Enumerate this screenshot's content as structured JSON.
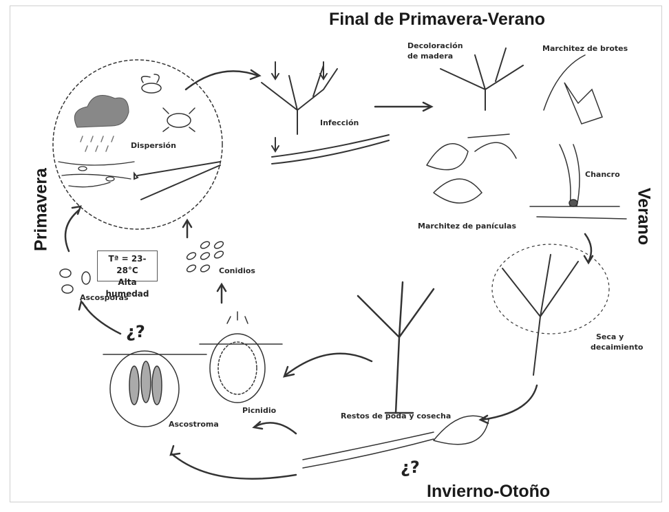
{
  "titles": {
    "top": "Final de Primavera-Verano",
    "left": "Primavera",
    "right": "Verano",
    "bottom": "Invierno-Otoño"
  },
  "labels": {
    "dispersion": "Dispersión",
    "infeccion": "Infección",
    "decoloracion_1": "Decoloración",
    "decoloracion_2": "de madera",
    "marchitez_brotes": "Marchitez de brotes",
    "chancro": "Chancro",
    "marchitez_paniculas": "Marchitez de panículas",
    "seca_1": "Seca y",
    "seca_2": "decaimiento",
    "restos": "Restos de poda y cosecha",
    "picnidio": "Picnidio",
    "ascostroma": "Ascostroma",
    "conidios": "Conidios",
    "ascosporas": "Ascosporas",
    "question_1": "¿?",
    "question_2": "¿?"
  },
  "conditions": {
    "temperature": "Tª = 23-28°C",
    "humidity": "Alta humedad"
  }
}
